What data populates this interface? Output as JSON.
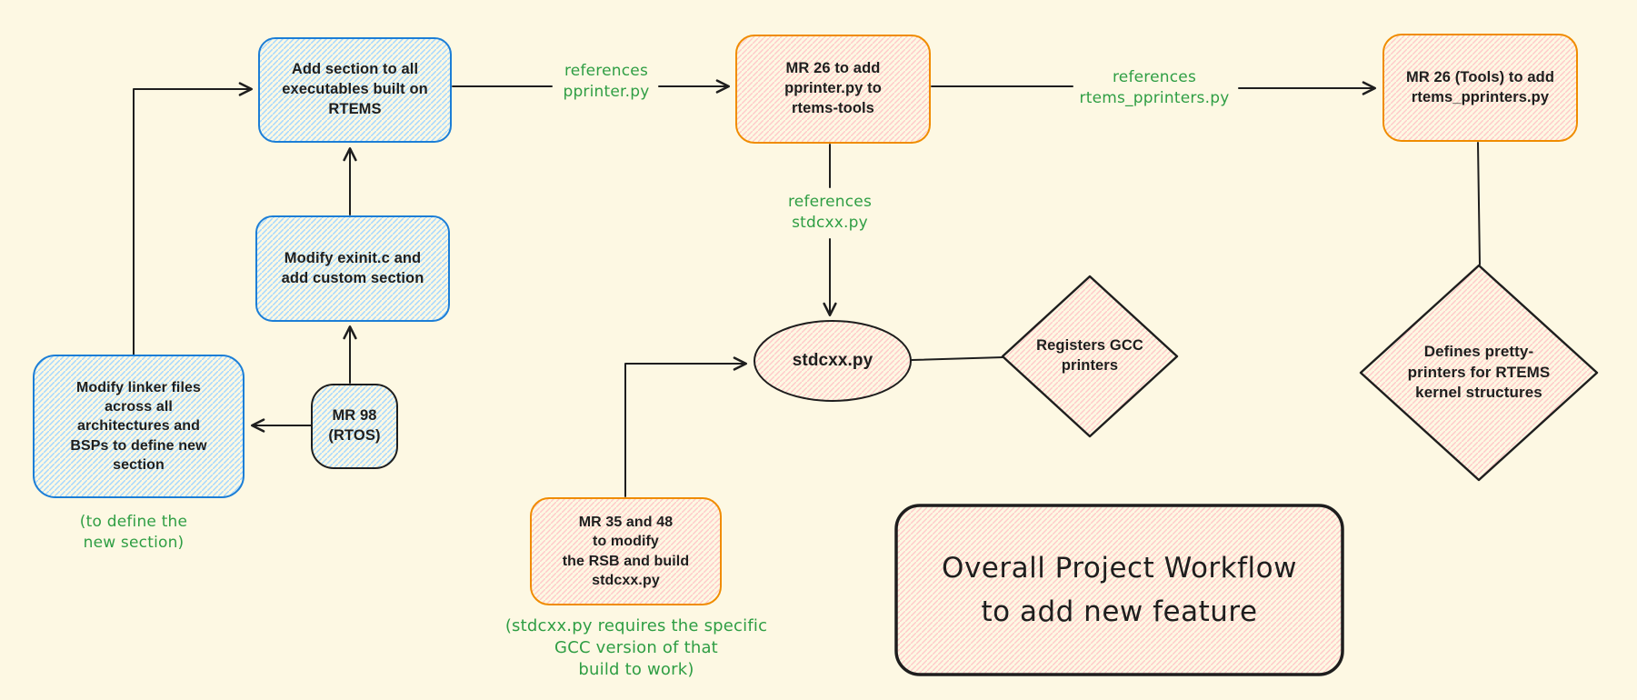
{
  "palette": {
    "background": "#fdf8e3",
    "blue_stroke": "#1c7ed6",
    "blue_hatch": "#a5d8ff",
    "orange_stroke": "#f08c00",
    "pink_hatch": "#ffc9c9",
    "black_stroke": "#1e1e1e",
    "green_text": "#2f9e44",
    "node_text": "#1e1e1e"
  },
  "nodes": {
    "add_section": {
      "label": "Add section to all\nexecutables built on\nRTEMS"
    },
    "modify_exinit": {
      "label": "Modify exinit.c and\nadd custom section"
    },
    "modify_linker": {
      "label": "Modify linker files\nacross all\narchitectures and\nBSPs to define new\nsection"
    },
    "mr98": {
      "label": "MR 98\n(RTOS)"
    },
    "mr26_rtems_tools": {
      "label": "MR 26 to add\npprinter.py to\nrtems-tools"
    },
    "mr26_tools": {
      "label": "MR 26 (Tools) to add\nrtems_pprinters.py"
    },
    "mr35_48": {
      "label": "MR 35 and 48\nto modify\nthe RSB and build\nstdcxx.py"
    },
    "stdcxx": {
      "label": "stdcxx.py"
    },
    "registers_gcc": {
      "label": "Registers GCC\nprinters"
    },
    "defines_pretty": {
      "label": "Defines pretty-\nprinters for RTEMS\nkernel structures"
    }
  },
  "annotations": {
    "to_define": "(to define the\nnew section)",
    "ref_pprinter": "references\npprinter.py",
    "ref_rtems_pprinters": "references\nrtems_pprinters.py",
    "ref_stdcxx": "references\nstdcxx.py",
    "stdcxx_note": "(stdcxx.py requires the specific\nGCC version of that\nbuild to work)"
  },
  "title": "Overall Project Workflow\nto add new feature"
}
